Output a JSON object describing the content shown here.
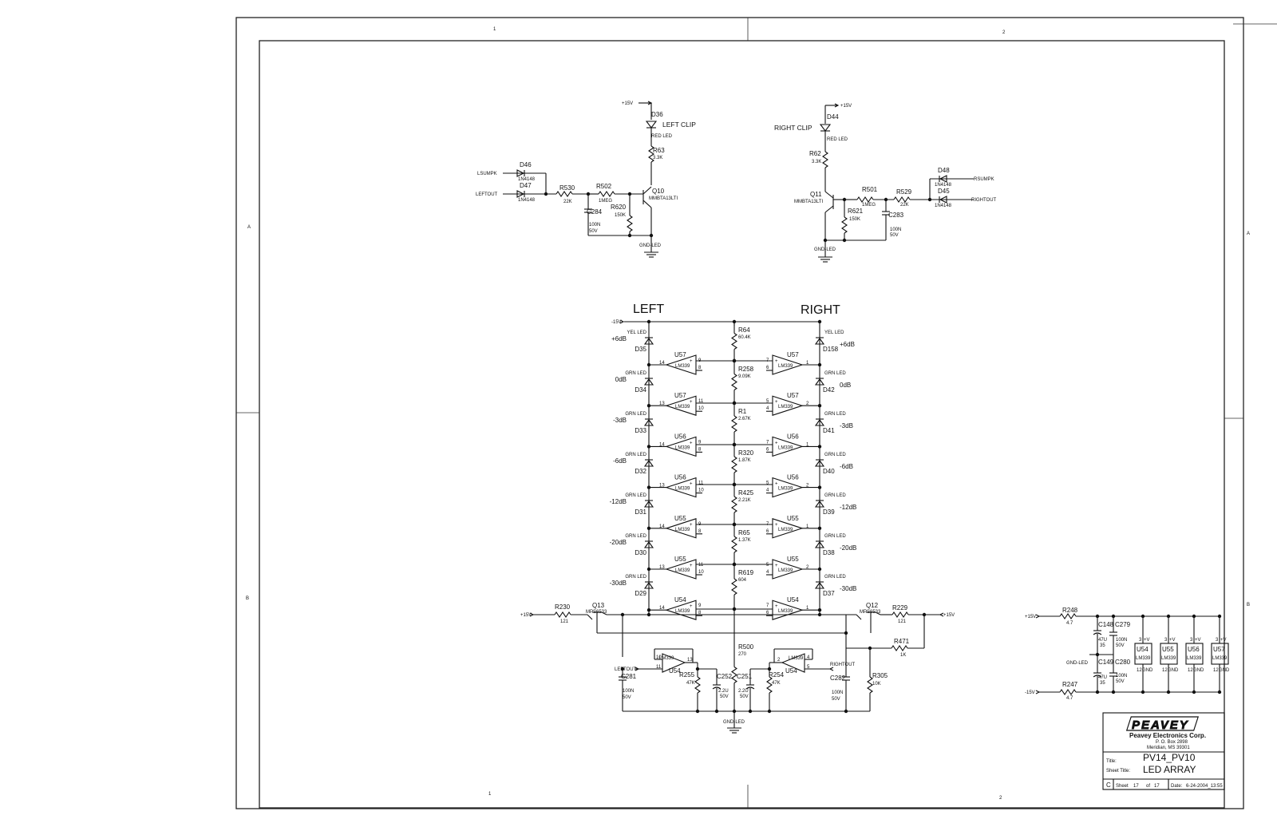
{
  "frame": {
    "zones_top": [
      "1",
      "2"
    ],
    "zones_bottom": [
      "1",
      "2"
    ],
    "zones_left": [
      "A",
      "B"
    ],
    "zones_right": [
      "A",
      "B"
    ]
  },
  "left_clip": {
    "supply": "+15V",
    "led_ref": "D36",
    "led_name": "LEFT CLIP",
    "led_type": "RED LED",
    "r_top": "R63",
    "r_top_val": "3.3K",
    "in1": "LSUMPK",
    "d1": "D46",
    "d1_val": "1N4148",
    "in2": "LEFTOUT",
    "d2": "D47",
    "d2_val": "1N4148",
    "r1": "R530",
    "r1_val": "22K",
    "r2": "R502",
    "r2_val": "1MEG",
    "q": "Q10",
    "q_val": "MMBTA13LTI",
    "r3": "R620",
    "r3_val": "150K",
    "c": "C284",
    "c_val": "100N",
    "c_volt": "50V",
    "gnd": "GND-LED"
  },
  "right_clip": {
    "supply": "+15V",
    "led_ref": "D44",
    "led_name": "RIGHT CLIP",
    "led_type": "RED LED",
    "r_top": "R62",
    "r_top_val": "3.3K",
    "q": "Q11",
    "q_val": "MMBTA13LTI",
    "r2": "R501",
    "r2_val": "1MEG",
    "r3": "R621",
    "r3_val": "150K",
    "r1": "R529",
    "r1_val": "22K",
    "c": "C283",
    "c_val": "100N",
    "c_volt": "50V",
    "d1": "D48",
    "d1_val": "1N4148",
    "in1": "RSUMPK",
    "d2": "D45",
    "d2_val": "1N4148",
    "in2": "RIGHTOUT",
    "gnd": "GND-LED"
  },
  "array": {
    "left_title": "LEFT",
    "right_title": "RIGHT",
    "neg_supply": "-15V",
    "ladder": [
      {
        "ref": "R64",
        "val": "60.4K"
      },
      {
        "ref": "R258",
        "val": "9.09K"
      },
      {
        "ref": "R1",
        "val": "2.67K"
      },
      {
        "ref": "R320",
        "val": "1.87K"
      },
      {
        "ref": "R425",
        "val": "2.21K"
      },
      {
        "ref": "R65",
        "val": "1.37K"
      },
      {
        "ref": "R619",
        "val": "604"
      },
      {
        "ref": "R500",
        "val": "270"
      }
    ],
    "left_rows": [
      {
        "led_type": "YEL LED",
        "level": "+6dB",
        "diode": "D35",
        "comp": "U57",
        "type": "LM339",
        "p1": "14",
        "p2": "9",
        "p3": "8"
      },
      {
        "led_type": "GRN LED",
        "level": "0dB",
        "diode": "D34",
        "comp": "U57",
        "type": "LM339",
        "p1": "13",
        "p2": "11",
        "p3": "10"
      },
      {
        "led_type": "GRN LED",
        "level": "-3dB",
        "diode": "D33",
        "comp": "U56",
        "type": "LM339",
        "p1": "14",
        "p2": "9",
        "p3": "8"
      },
      {
        "led_type": "GRN LED",
        "level": "-6dB",
        "diode": "D32",
        "comp": "U56",
        "type": "LM339",
        "p1": "13",
        "p2": "11",
        "p3": "10"
      },
      {
        "led_type": "GRN LED",
        "level": "-12dB",
        "diode": "D31",
        "comp": "U55",
        "type": "LM339",
        "p1": "14",
        "p2": "9",
        "p3": "8"
      },
      {
        "led_type": "GRN LED",
        "level": "-20dB",
        "diode": "D30",
        "comp": "U55",
        "type": "LM339",
        "p1": "13",
        "p2": "11",
        "p3": "10"
      },
      {
        "led_type": "GRN LED",
        "level": "-30dB",
        "diode": "D29",
        "comp": "U54",
        "type": "LM339",
        "p1": "14",
        "p2": "9",
        "p3": "8"
      }
    ],
    "right_rows": [
      {
        "led_type": "YEL LED",
        "level": "+6dB",
        "diode": "D158",
        "comp": "U57",
        "type": "LM339",
        "p1": "1",
        "p2": "7",
        "p3": "6"
      },
      {
        "led_type": "GRN LED",
        "level": "0dB",
        "diode": "D42",
        "comp": "U57",
        "type": "LM339",
        "p1": "2",
        "p2": "5",
        "p3": "4"
      },
      {
        "led_type": "GRN LED",
        "level": "-3dB",
        "diode": "D41",
        "comp": "U56",
        "type": "LM339",
        "p1": "1",
        "p2": "7",
        "p3": "6"
      },
      {
        "led_type": "GRN LED",
        "level": "-6dB",
        "diode": "D40",
        "comp": "U56",
        "type": "LM339",
        "p1": "2",
        "p2": "5",
        "p3": "4"
      },
      {
        "led_type": "GRN LED",
        "level": "-12dB",
        "diode": "D39",
        "comp": "U55",
        "type": "LM339",
        "p1": "1",
        "p2": "7",
        "p3": "6"
      },
      {
        "led_type": "GRN LED",
        "level": "-20dB",
        "diode": "D38",
        "comp": "U55",
        "type": "LM339",
        "p1": "2",
        "p2": "5",
        "p3": "4"
      },
      {
        "led_type": "GRN LED",
        "level": "-30dB",
        "diode": "D37",
        "comp": "U54",
        "type": "LM339",
        "p1": "1",
        "p2": "7",
        "p3": "6"
      }
    ],
    "left_q": {
      "supply": "+15V",
      "r": "R230",
      "r_val": "121",
      "q": "Q13",
      "q_val": "MPS6533"
    },
    "right_q": {
      "supply": "+15V",
      "r": "R229",
      "r_val": "121",
      "q": "Q12",
      "q_val": "MPS6533"
    },
    "r471": "R471",
    "r471_val": "1K",
    "left_buf": {
      "in": "LEFTOUT",
      "comp": "U54",
      "type": "LM339",
      "p_a": "10",
      "p_b": "11",
      "p_c": "13",
      "r": "R255",
      "r_val": "47K",
      "c": "C281",
      "c_val": "100N",
      "c_volt": "50V"
    },
    "right_buf": {
      "in": "RIGHTOUT",
      "comp": "U54",
      "type": "LM339",
      "p_a": "2",
      "p_b": "4",
      "p_c": "5",
      "r": "R254",
      "r_val": "47K",
      "c": "C282",
      "c_val": "100N",
      "c_volt": "50V"
    },
    "c252": "C252",
    "c252_val": "2.2U",
    "c252_volt": "50V",
    "c251": "C251",
    "c251_val": "2.2U",
    "c251_volt": "50V",
    "r305": "R305",
    "r305_val": "10K",
    "gnd": "GND-LED"
  },
  "power": {
    "pos": "+15V",
    "neg": "-15V",
    "r248": "R248",
    "r248_val": "4.7",
    "r247": "R247",
    "r247_val": "4.7",
    "c148": "C148",
    "c148_val": "47U",
    "c148_volt": "35",
    "c279": "C279",
    "c279_val": "100N",
    "c279_volt": "50V",
    "c149": "C149",
    "c149_val": "47U",
    "c149_volt": "35",
    "c280": "C280",
    "c280_val": "100N",
    "c280_volt": "50V",
    "gnd": "GND-LED",
    "chips": [
      {
        "ref": "U54",
        "type": "LM339",
        "vplus": "3",
        "vplus_label": "+V",
        "gnd_pin": "12",
        "gnd_label": "GND"
      },
      {
        "ref": "U55",
        "type": "LM339",
        "vplus": "3",
        "vplus_label": "+V",
        "gnd_pin": "12",
        "gnd_label": "GND"
      },
      {
        "ref": "U56",
        "type": "LM339",
        "vplus": "3",
        "vplus_label": "+V",
        "gnd_pin": "12",
        "gnd_label": "GND"
      },
      {
        "ref": "U57",
        "type": "LM339",
        "vplus": "3",
        "vplus_label": "+V",
        "gnd_pin": "12",
        "gnd_label": "GND"
      }
    ]
  },
  "title_block": {
    "logo": "PEAVEY",
    "company": "Peavey Electronics Corp.",
    "address1": "P. O. Box 2898",
    "address2": "Meridian, MS 39301",
    "title_label": "Title:",
    "title": "PV14_PV10",
    "sheet_title_label": "Sheet Title:",
    "sheet_title": "LED ARRAY",
    "size": "C",
    "sheet_label": "Sheet",
    "sheet": "17",
    "of_label": "of",
    "of": "17",
    "date_label": "Date:",
    "date": "6-24-2004_13:55"
  }
}
